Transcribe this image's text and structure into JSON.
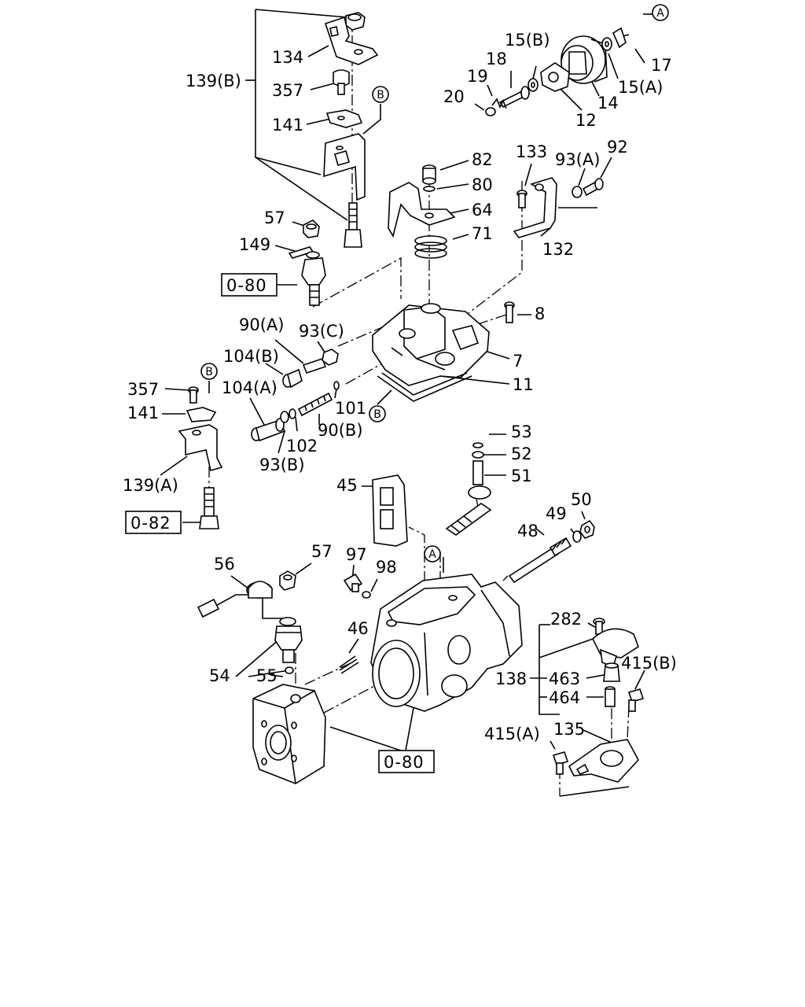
{
  "colors": {
    "ink": "#000000",
    "paper": "#ffffff"
  },
  "labels": {
    "p134": "134",
    "p357_top": "357",
    "p141_top": "141",
    "p139b": "139(B)",
    "p57_top": "57",
    "p149": "149",
    "p15b": "15(B)",
    "p18": "18",
    "p19": "19",
    "p20": "20",
    "p12": "12",
    "p14": "14",
    "p15a": "15(A)",
    "p17": "17",
    "p82": "82",
    "p80": "80",
    "p64": "64",
    "p71": "71",
    "p133": "133",
    "p93a": "93(A)",
    "p92": "92",
    "p132": "132",
    "p8": "8",
    "p7": "7",
    "p11": "11",
    "p90a": "90(A)",
    "p93c": "93(C)",
    "p104b": "104(B)",
    "p104a": "104(A)",
    "p101": "101",
    "p90b": "90(B)",
    "p102": "102",
    "p93b": "93(B)",
    "p357_left": "357",
    "p141_left": "141",
    "p139a": "139(A)",
    "p53": "53",
    "p52": "52",
    "p51": "51",
    "p45": "45",
    "p50": "50",
    "p49": "49",
    "p48": "48",
    "p56": "56",
    "p57_mid": "57",
    "p97": "97",
    "p98": "98",
    "p46": "46",
    "p54": "54",
    "p55": "55",
    "p282": "282",
    "p138": "138",
    "p463": "463",
    "p464": "464",
    "p415b": "415(B)",
    "p415a": "415(A)",
    "p135": "135"
  },
  "refs": {
    "ref_080_top": "0-80",
    "ref_082": "0-82",
    "ref_080_bottom": "0-80"
  },
  "callouts": {
    "a": "A",
    "b": "B"
  }
}
